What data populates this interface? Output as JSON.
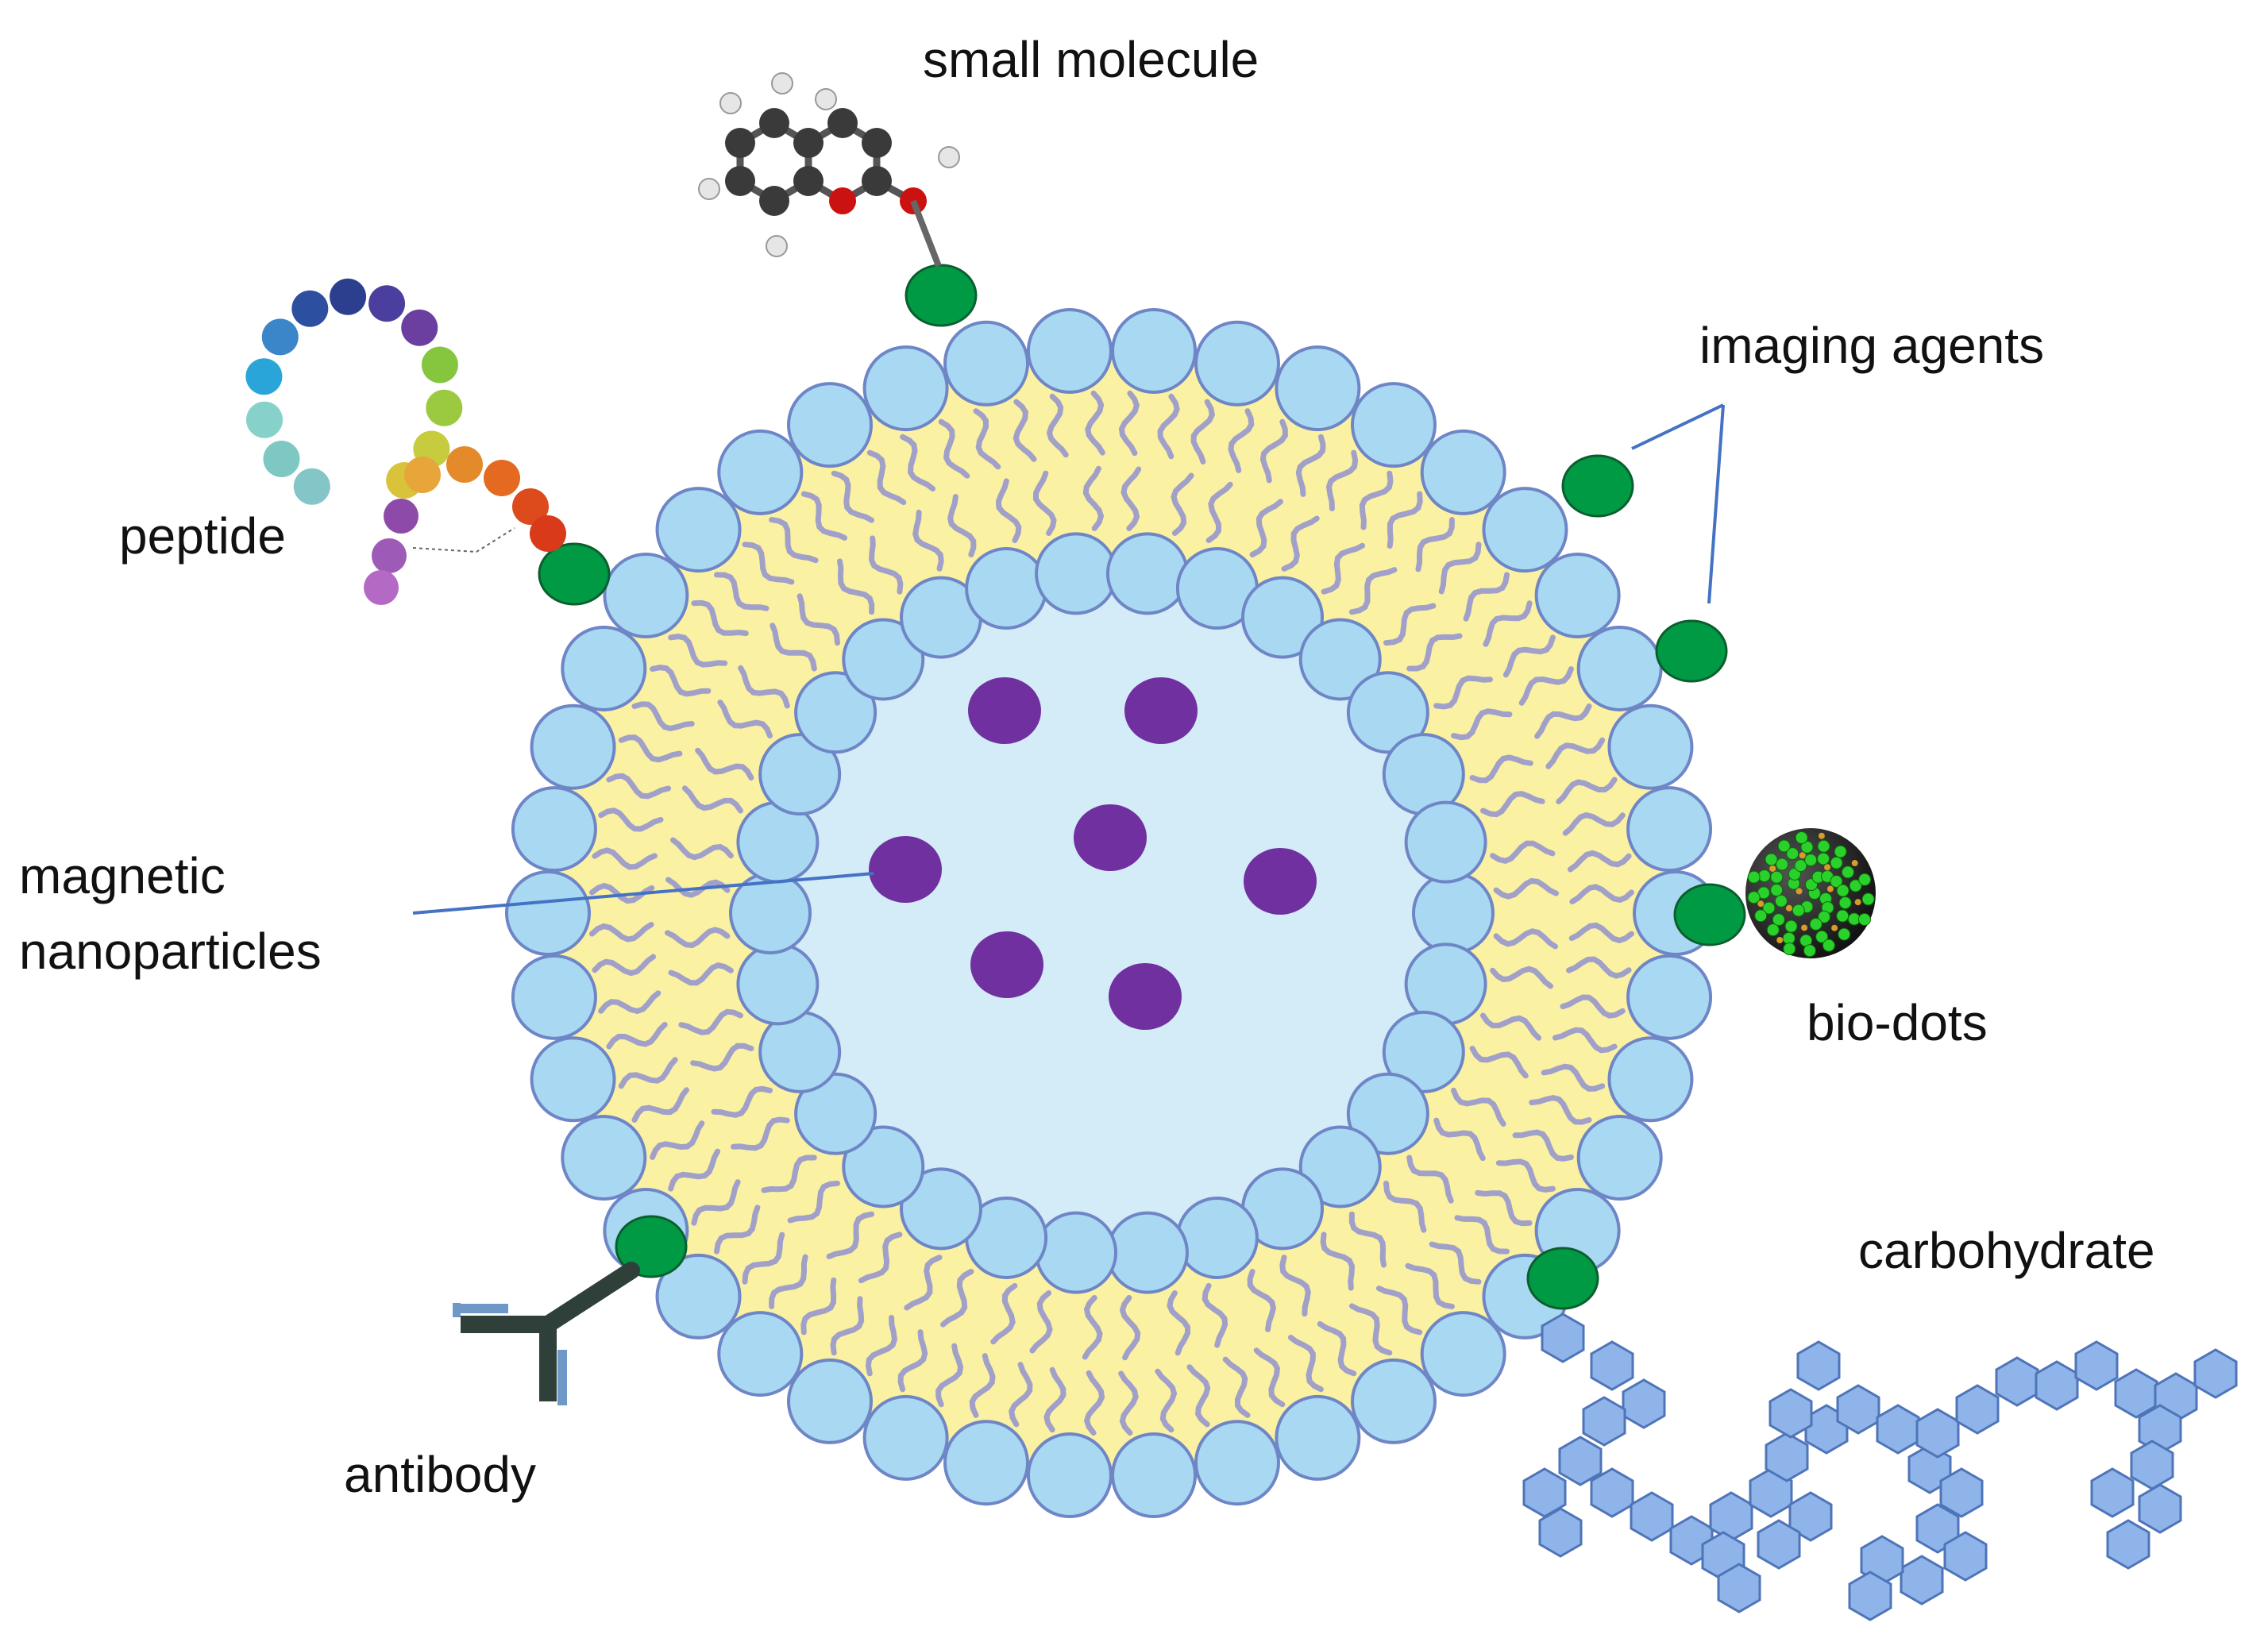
{
  "labels": {
    "small_molecule": "small molecule",
    "imaging_agents": "imaging agents",
    "peptide": "peptide",
    "magnetic_line1": "magnetic",
    "magnetic_line2": "nanoparticles",
    "bio_dots": "bio-dots",
    "carbohydrate": "carbohydrate",
    "antibody": "antibody"
  },
  "colors": {
    "lipid_head_fill": "#a9d8f2",
    "lipid_head_stroke": "#6f86c6",
    "tail_color": "#a1a0c9",
    "bilayer_fill": "#fbf1a3",
    "core_fill": "#d4ebf8",
    "nanoparticle": "#7030a0",
    "ligand_anchor": "#009a44",
    "leader_line": "#4472c4",
    "hexagon_fill": "#8fb4ea",
    "hexagon_stroke": "#4f74b8",
    "antibody_dark": "#2f3f3a",
    "antibody_light": "#6e98c8"
  },
  "icons": {
    "molecule": "ball-and-stick-molecule-icon",
    "peptide": "bead-chain-peptide-icon",
    "quantum_dot": "quantum-dot-sphere-icon",
    "antibody": "antibody-y-shape-icon",
    "carbohydrate": "hexagon-chain-carbohydrate-icon"
  }
}
